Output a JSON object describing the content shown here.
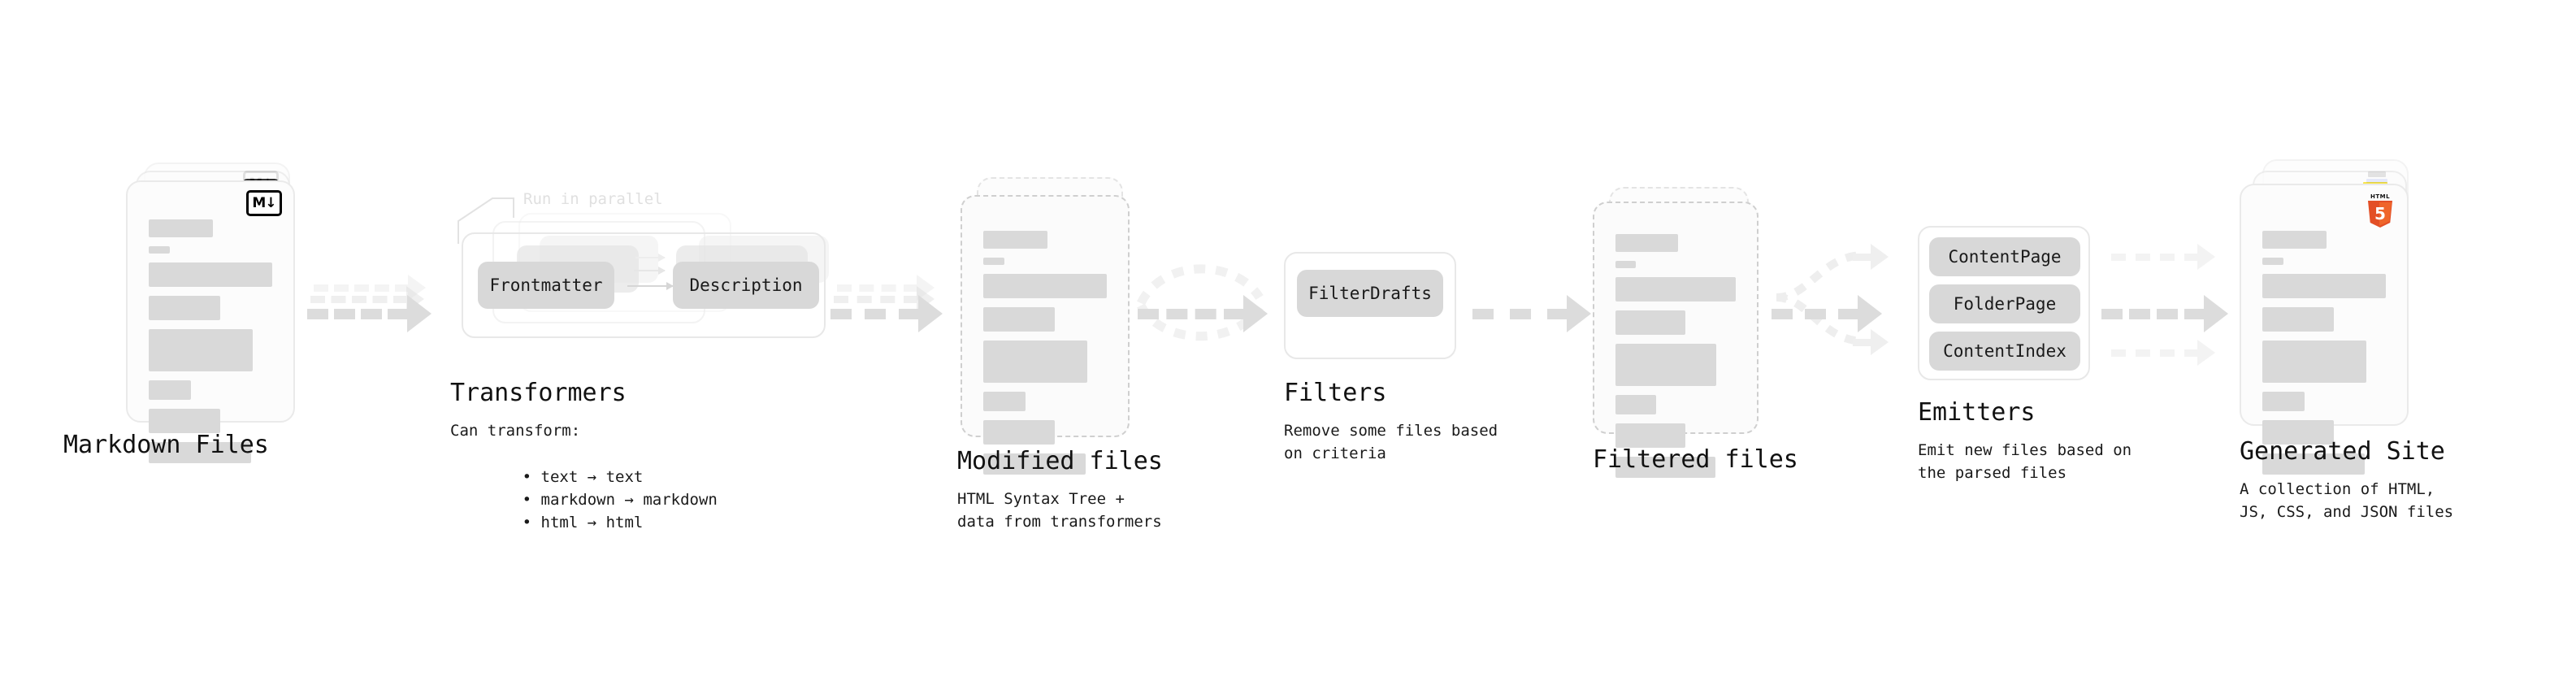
{
  "diagram": {
    "title": "Static site generation pipeline",
    "palette": {
      "bar": "#d9d9d9",
      "card_bg": "#fcfcfc",
      "card_border": "#eaeaea",
      "dashed_border": "#cfcfcf",
      "pill": "#d8d8d8",
      "arrow": "#dcdcdc",
      "text": "#111111",
      "muted_label": "#e0e0e0",
      "css_blue": "#264de4",
      "js_yellow": "#f7df1e",
      "html5_orange": "#e34f26"
    }
  },
  "stages": [
    {
      "id": "markdown-files",
      "title": "Markdown Files",
      "description": "",
      "badge": "markdown-icon",
      "badge_label": "M↓",
      "kind": "file-stack",
      "stack_count": 3
    },
    {
      "id": "transformers",
      "title": "Transformers",
      "description": "Can transform:",
      "bullets": [
        "text → text",
        "markdown → markdown",
        "html → html"
      ],
      "annotation": "Run in parallel",
      "kind": "group",
      "stack_count": 3,
      "pills": [
        "Frontmatter",
        "Description"
      ]
    },
    {
      "id": "modified-files",
      "title": "Modified files",
      "description": "HTML Syntax Tree +\ndata from transformers",
      "kind": "file-stack-dashed",
      "stack_count": 2
    },
    {
      "id": "filters",
      "title": "Filters",
      "description": "Remove some files based\non criteria",
      "kind": "group",
      "stack_count": 1,
      "pills": [
        "FilterDrafts"
      ]
    },
    {
      "id": "filtered-files",
      "title": "Filtered files",
      "description": "",
      "kind": "file-stack-dashed",
      "stack_count": 2
    },
    {
      "id": "emitters",
      "title": "Emitters",
      "description": "Emit new files based on\nthe parsed files",
      "kind": "group",
      "stack_count": 1,
      "pills": [
        "ContentPage",
        "FolderPage",
        "ContentIndex"
      ]
    },
    {
      "id": "generated-site",
      "title": "Generated Site",
      "description": "A collection of HTML,\nJS, CSS, and JSON files",
      "badges": [
        "css-icon",
        "js-icon",
        "html5-icon"
      ],
      "html5_word": "HTML",
      "html5_digit": "5",
      "kind": "file-stack",
      "stack_count": 3
    }
  ],
  "transformers": {
    "annotation": "Run in parallel",
    "pill_from": "Frontmatter",
    "pill_to": "Description",
    "title": "Transformers",
    "intro": "Can transform:",
    "bullet1": "text → text",
    "bullet2": "markdown → markdown",
    "bullet3": "html → html"
  },
  "filters": {
    "pill": "FilterDrafts",
    "title": "Filters",
    "desc_line1": "Remove some files based",
    "desc_line2": "on criteria"
  },
  "emitters": {
    "pill1": "ContentPage",
    "pill2": "FolderPage",
    "pill3": "ContentIndex",
    "title": "Emitters",
    "desc_line1": "Emit new files based on",
    "desc_line2": "the parsed files"
  },
  "markdown": {
    "title": "Markdown Files",
    "badge": "M↓"
  },
  "modified": {
    "title": "Modified files",
    "desc_line1": "HTML Syntax Tree +",
    "desc_line2": "data from transformers"
  },
  "filtered": {
    "title": "Filtered files"
  },
  "generated": {
    "title": "Generated Site",
    "desc_line1": "A collection of HTML,",
    "desc_line2": "JS, CSS, and JSON files",
    "html5_word": "HTML",
    "html5_digit": "5"
  },
  "bars": {
    "widths": [
      "40%",
      "14%",
      "92%",
      "52%",
      "82%",
      "32%",
      "52%",
      "78%"
    ],
    "heights": [
      22,
      9,
      30,
      30,
      52,
      24,
      30,
      26
    ]
  }
}
